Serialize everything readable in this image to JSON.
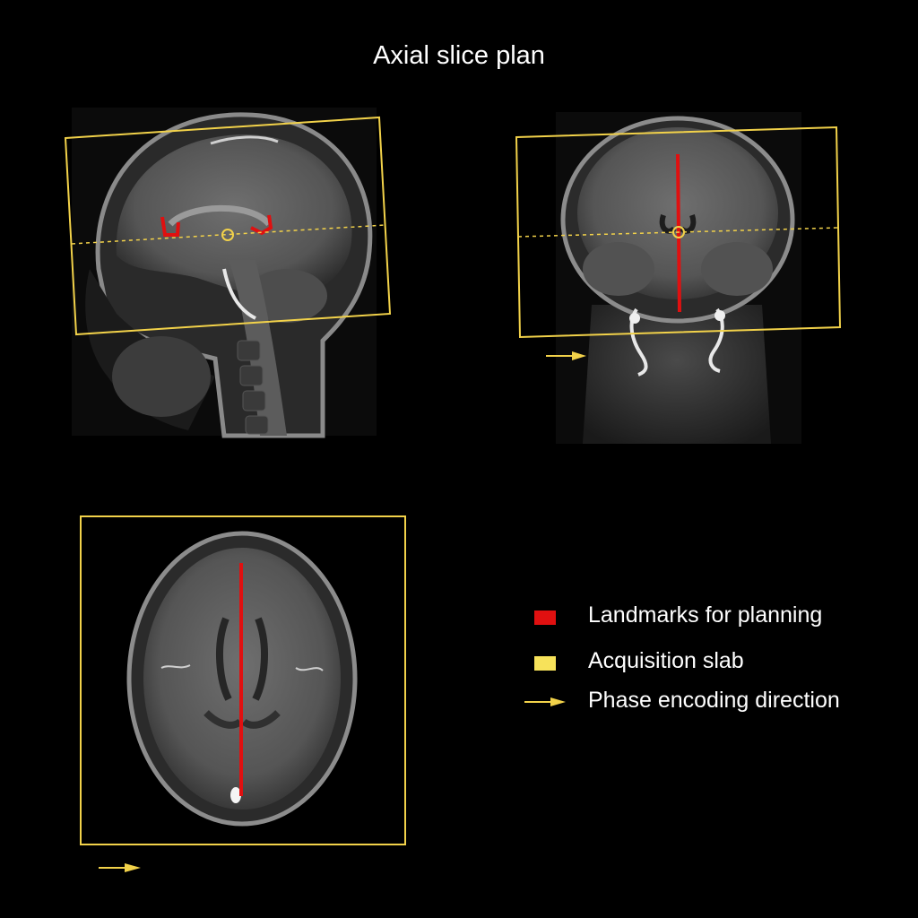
{
  "title": "Axial slice plan",
  "colors": {
    "landmark": "#e01010",
    "slab": "#f2d24a",
    "background": "#000000"
  },
  "legend": [
    {
      "swatch": "square",
      "color": "#e01010",
      "label": "Landmarks for planning"
    },
    {
      "swatch": "square",
      "color": "#f7e25a",
      "label": "Acquisition slab"
    },
    {
      "swatch": "arrow",
      "color": "#f2d24a",
      "label": "Phase encoding direction"
    }
  ],
  "panels": {
    "sagittal": {
      "view": "sagittal",
      "slab_angle_deg": -5
    },
    "coronal": {
      "view": "coronal",
      "slab_angle_deg": -1
    },
    "axial": {
      "view": "axial",
      "slab_angle_deg": 0
    }
  }
}
